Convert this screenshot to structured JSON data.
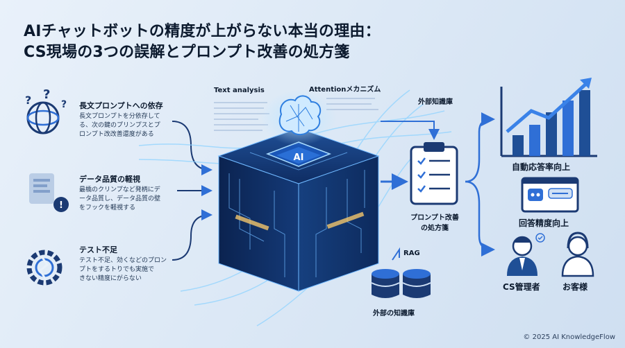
{
  "title": {
    "line1": "AIチャットボットの精度が上がらない本当の理由：",
    "line2": "CS現場の3つの誤解とプロンプト改善の処方箋"
  },
  "issues": [
    {
      "icon": "knot-question-icon",
      "heading": "長文プロンプトへの依存",
      "body": [
        "長文プロンプトを分依存して",
        "る、次の鍵のプリンプスとプ",
        "ロンプト改改善還度がある"
      ]
    },
    {
      "icon": "blurred-data-warning-icon",
      "heading": "データ品質の軽視",
      "body": [
        "最橋のクリンプなど発柄にデ",
        "ータ品質し、データ品質の壁",
        "をフックを軽視する"
      ]
    },
    {
      "icon": "broken-gear-icon",
      "heading": "テスト不足",
      "body": [
        "テスト不足、効くなどのプロン",
        "プトをするトりでも実施で",
        "きない精度にがらない"
      ]
    }
  ],
  "center": {
    "text_analysis": "Text analysis",
    "attention": "Attentionメカニズム",
    "chip_label": "AI",
    "rag": "RAG",
    "db_label": "外部の知識庫"
  },
  "external_kb_top": "外部知識庫",
  "clipboard_label": [
    "プロンプト改善",
    "の処方箋"
  ],
  "outcomes": {
    "auto_response": "自動応答率向上",
    "accuracy": "回答精度向上",
    "cs_manager": "CS管理者",
    "customer": "お客様"
  },
  "copyright": "© 2025 AI KnowledgeFlow",
  "colors": {
    "accent": "#2f6fd6",
    "navy": "#1b3a73",
    "cube": "#0e2a5a",
    "glow": "#8fd3ff"
  }
}
